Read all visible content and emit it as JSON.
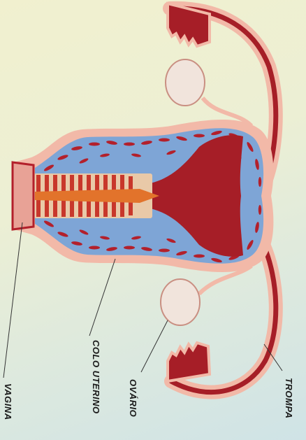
{
  "diagram": {
    "labels": {
      "vagina": "VAGINA",
      "colo_uterino": "COLO UTERINO",
      "ovario": "OVÁRIO",
      "trompa": "TROMPA"
    },
    "colors": {
      "tissue_outer": "#f2b9a8",
      "tissue_dark": "#a61e27",
      "muscle_blue": "#7ea5d6",
      "canal_orange": "#e2732b",
      "ovary": "#f1e4dc",
      "leader_line": "#333333"
    }
  }
}
